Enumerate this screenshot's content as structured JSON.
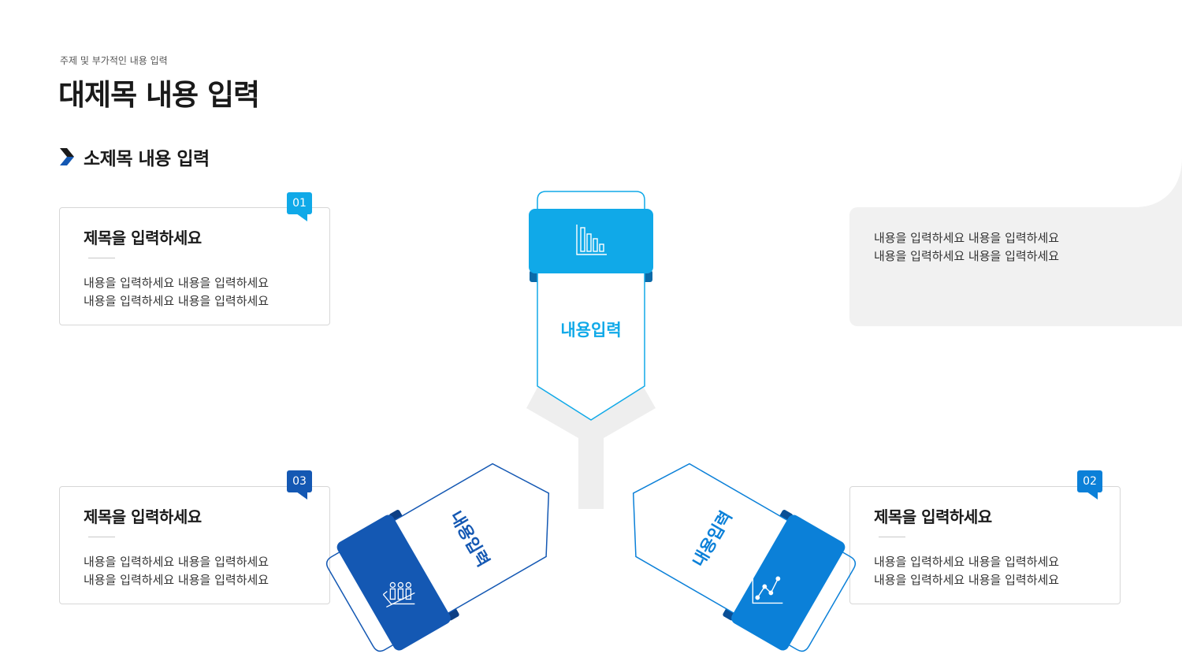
{
  "header": {
    "subtitle": "주제 및 부가적인 내용 입력",
    "title": "대제목 내용 입력",
    "section_title": "소제목 내용 입력"
  },
  "colors": {
    "light_blue": "#10a9e8",
    "mid_blue": "#0b80d8",
    "dark_blue": "#1458b3",
    "gray_bg": "#f1f1f1",
    "card_border": "#d7d7d7"
  },
  "cards": [
    {
      "number": "01",
      "title": "제목을 입력하세요",
      "lines": [
        "내용을 입력하세요 내용을 입력하세요",
        "내용을 입력하세요 내용을 입력하세요"
      ]
    },
    {
      "number": "02",
      "title": "제목을 입력하세요",
      "lines": [
        "내용을 입력하세요 내용을 입력하세요",
        "내용을 입력하세요 내용을 입력하세요"
      ]
    },
    {
      "number": "03",
      "title": "제목을 입력하세요",
      "lines": [
        "내용을 입력하세요 내용을 입력하세요",
        "내용을 입력하세요 내용을 입력하세요"
      ]
    }
  ],
  "gray_panel": {
    "lines": [
      "내용을 입력하세요 내용을 입력하세요",
      "내용을 입력하세요 내용을 입력하세요"
    ]
  },
  "diagram": {
    "arms": [
      {
        "label": "내용입력",
        "icon": "bar-chart-icon"
      },
      {
        "label": "내용입력",
        "icon": "line-chart-icon"
      },
      {
        "label": "내용입력",
        "icon": "people-growth-icon"
      }
    ]
  }
}
